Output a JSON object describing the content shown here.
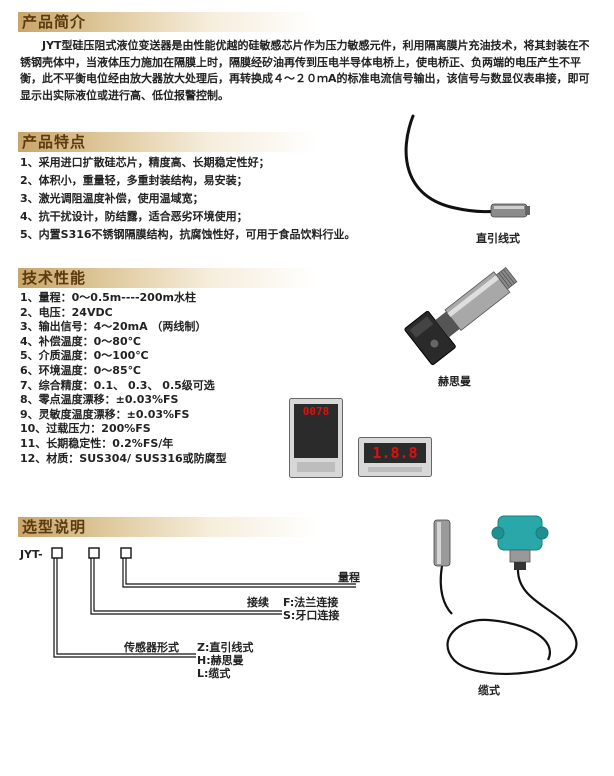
{
  "sections": {
    "intro": {
      "title": "产品简介",
      "text": "JYT型硅压阻式液位变送器是由性能优越的硅敏感芯片作为压力敏感元件，利用隔离膜片充油技术，将其封装在不锈钢壳体中，当液体压力施加在隔膜上时，隔膜经矽油再传到压电半导体电桥上，使电桥正、负两端的电压产生不平衡，此不平衡电位经由放大器放大处理后，再转换成４～２０ｍA的标准电流信号输出，该信号与数显仪表串接，即可显示出实际液位或进行高、低位报警控制。"
    },
    "features": {
      "title": "产品特点",
      "items": [
        "1、采用进口扩散硅芯片，精度高、长期稳定性好；",
        "2、体积小，重量轻，多重封装结构，易安装；",
        "3、激光调阻温度补偿，使用温域宽；",
        "4、抗干扰设计，防结露，适合恶劣环境使用；",
        "5、内置S316不锈钢隔膜结构，抗腐蚀性好，可用于食品饮料行业。"
      ]
    },
    "specs": {
      "title": "技术性能",
      "items": [
        "1、量程：0～0.5m----200m水柱",
        "2、电压：24VDC",
        "3、输出信号：4～20mA （两线制）",
        "4、补偿温度：0～80℃",
        "5、介质温度：0～100℃",
        "6、环境温度：0～85℃",
        "7、综合精度：0.1、 0.3、 0.5级可选",
        "8、零点温度漂移：±0.03%FS",
        "9、灵敏度温度漂移：±0.03%FS",
        "10、过载压力：200%FS",
        "11、长期稳定性：0.2%FS/年",
        "12、材质：SUS304/ SUS316或防腐型"
      ]
    },
    "selection": {
      "title": "选型说明",
      "prefix": "JYT-",
      "range_label": "量程",
      "connection_label": "接续",
      "connection_options": [
        "F:法兰连接",
        "S:牙口连接"
      ],
      "sensor_label": "传感器形式",
      "sensor_options": [
        "Z:直引线式",
        "H:赫思曼",
        "L:缆式"
      ]
    }
  },
  "captions": {
    "direct_lead": "直引线式",
    "hirschmann": "赫思曼",
    "cable": "缆式"
  },
  "display": {
    "meter_digits": "0078",
    "panel_digits": "1.8.8"
  },
  "colors": {
    "header_text": "#5a3a0e",
    "header_bar": "#c9a56a",
    "display_red": "#e01010",
    "housing_teal": "#2aa7a8"
  }
}
